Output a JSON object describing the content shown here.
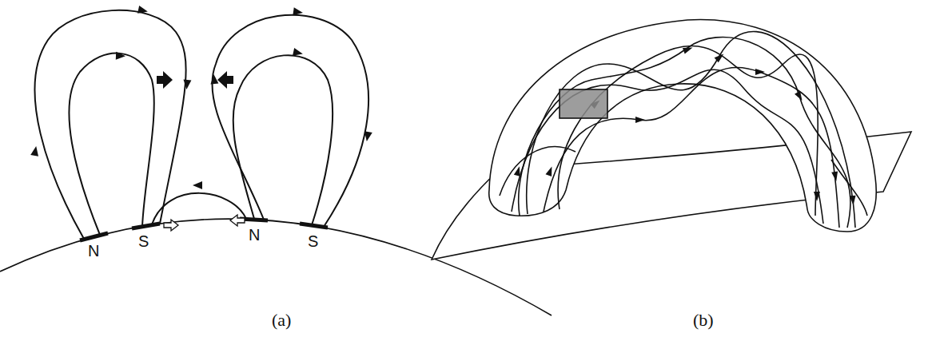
{
  "diagram": {
    "labels": [
      "N",
      "S",
      "N",
      "S",
      "(a)",
      "(b)"
    ]
  }
}
